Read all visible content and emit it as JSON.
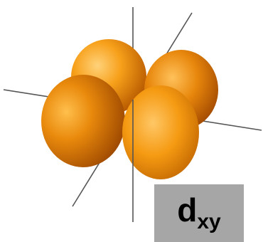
{
  "label": {
    "main": "d",
    "subscript": "xy"
  },
  "colors": {
    "background": "#ffffff",
    "axis": "#555555",
    "lobe_highlight": "#ffc766",
    "lobe_mid": "#f29a10",
    "lobe_dark": "#a64f00",
    "label_box": "#a6a6a6",
    "label_text": "#000000"
  },
  "diagram": {
    "lobe_count": 4,
    "axes": [
      "horizontal-axis",
      "vertical-axis",
      "diagonal-axis"
    ]
  }
}
